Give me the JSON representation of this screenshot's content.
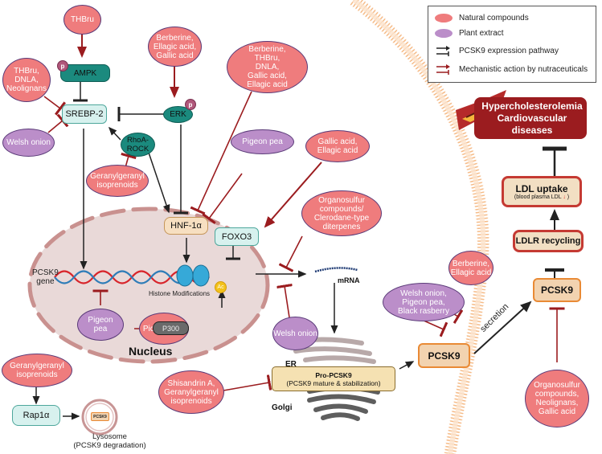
{
  "legend": {
    "items": [
      {
        "swatch": "natural-compound-ellipse",
        "label": "Natural compounds",
        "color": "#ef7c7d"
      },
      {
        "swatch": "plant-extract-ellipse",
        "label": "Plant extract",
        "color": "#bb8ec9"
      },
      {
        "swatch": "black-arrow-inhibit",
        "label": "PCSK9 expression pathway",
        "color": "#222222"
      },
      {
        "swatch": "red-arrow-inhibit",
        "label": "Mechanistic action by nutraceuticals",
        "color": "#9b1c1f"
      }
    ]
  },
  "compounds": {
    "thbru_top": "THBru",
    "thbru_dnla_neolignans": "THBru,\nDNLA,\nNeolignans",
    "welsh_onion_left": "Welsh onion",
    "berberine_ellagic_gallic": "Berberine,\nEllagic acid,\nGallic acid",
    "berberine_thbru_group": "Berberine,\nTHBru,\nDNLA,\nGallic acid,\nEllagic acid",
    "geranylgeranyl_top": "Geranylgeranyl\nisoprenoids",
    "pigeon_pea_top": "Pigeon pea",
    "gallic_ellagic": "Gallic acid,\nEllagic acid",
    "organosulfur_clerodane": "Organosulfur\ncompounds/\nClerodane-type\nditerpenes",
    "pigeon_pea_nucleus": "Pigeon\npea",
    "piceatannol": "Piceatannol",
    "welsh_onion_mrna": "Welsh onion",
    "geranylgeranyl_bottom": "Geranylgeranyl\nisoprenoids",
    "shisandrin_geranylgeranyl": "Shisandrin A,\nGeranylgeranyl\nisoprenoids",
    "welsh_pigeon_rasberry": "Welsh onion,\nPigeon pea,\nBlack rasberry",
    "berberine_ellagic": "Berberine,\nEllagic acid",
    "organosulfur_neolignans_gallic": "Organosulfur\ncompounds,\nNeolignans,\nGallic acid"
  },
  "nodes": {
    "ampk": "AMPK",
    "phospho": "p",
    "srebp2": "SREBP-2",
    "erk": "ERK",
    "rhoa_rock": "RhoA-\nROCK",
    "hnf1a": "HNF-1α",
    "foxo3": "FOXO3",
    "pcsk9_gene": "PCSK9\ngene",
    "histone_modifications": "Histone Modifications",
    "ac": "Ac",
    "p300": "P300",
    "nucleus": "Nucleus",
    "mrna": "mRNA",
    "er": "ER",
    "pro_pcsk9_title": "Pro-PCSK9",
    "pro_pcsk9_sub": "(PCSK9 mature & stabilization)",
    "golgi": "Golgi",
    "pcsk9_secreted": "PCSK9",
    "secretion": "secretion",
    "pcsk9_extracellular": "PCSK9",
    "ldlr_recycling": "LDLR recycling",
    "ldl_uptake_title": "LDL uptake",
    "ldl_uptake_sub": "(blood plasma LDL",
    "ldl_down_arrow": "↓",
    "ldl_uptake_close": " )",
    "hyper": "Hypercholesterolemia\nCardiovascular diseases",
    "rap1a": "Rap1α",
    "lysosome_pcsk9": "PCSK9",
    "lysosome": "Lysosome\n(PCSK9 degradation)"
  }
}
